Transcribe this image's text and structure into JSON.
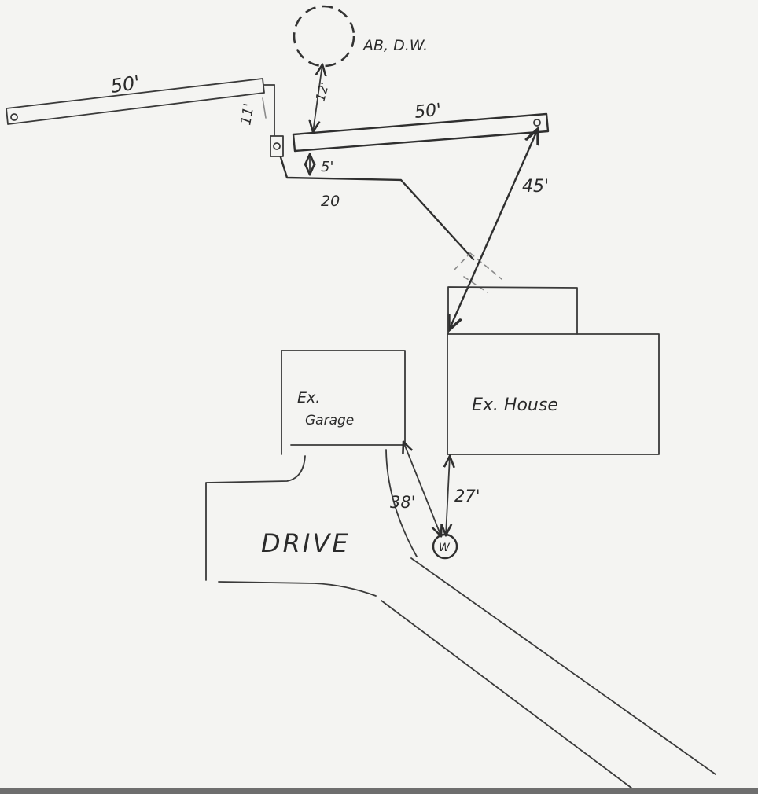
{
  "labels": {
    "top_left_length": "50'",
    "top_right_length": "50'",
    "short_link": "11'",
    "offset_to_circle": "12'",
    "circle_note": "AB, D.W.",
    "gap": "5'",
    "pipe_run": "20",
    "diagonal": "45'",
    "house": "Ex. House",
    "garage_line1": "Ex.",
    "garage_line2": "Garage",
    "drive": "DRIVE",
    "to_garage": "38'",
    "to_house": "27'",
    "well": "W"
  }
}
